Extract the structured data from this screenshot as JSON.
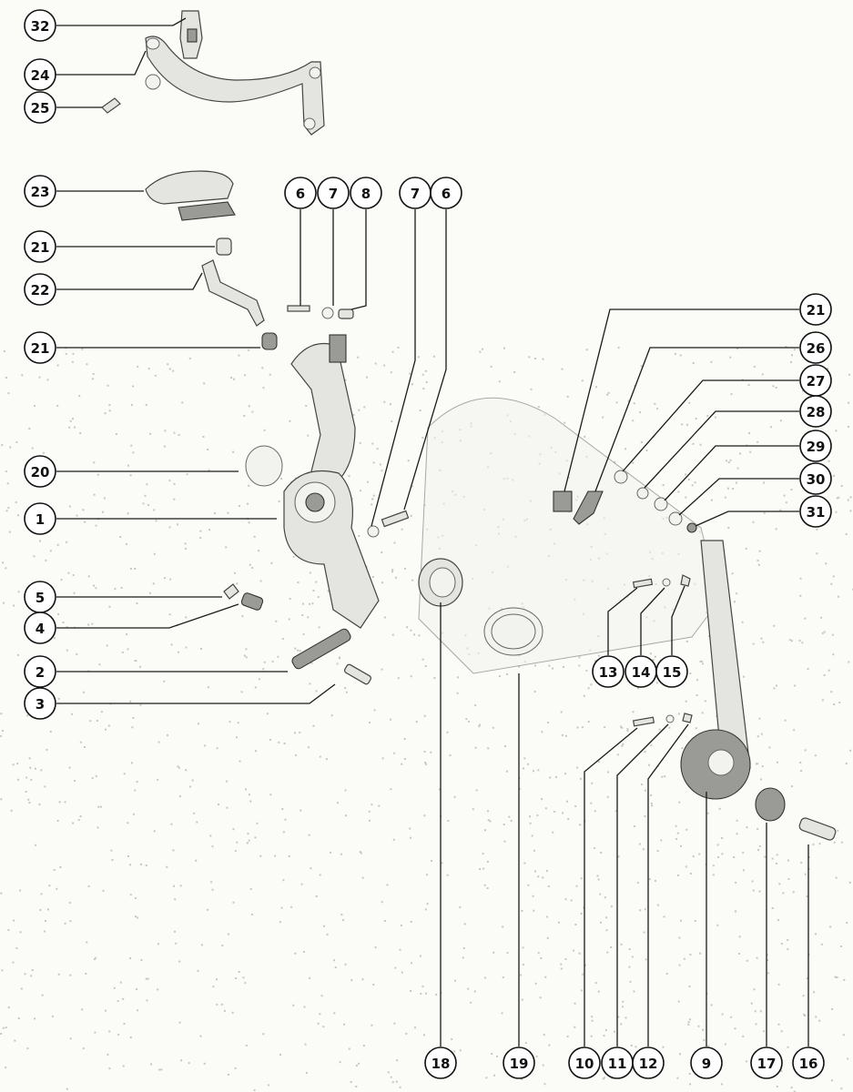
{
  "diagram": {
    "callouts": [
      {
        "id": "c32a",
        "label": "32"
      },
      {
        "id": "c24",
        "label": "24"
      },
      {
        "id": "c25",
        "label": "25"
      },
      {
        "id": "c23",
        "label": "23"
      },
      {
        "id": "c21a",
        "label": "21"
      },
      {
        "id": "c22",
        "label": "22"
      },
      {
        "id": "c21b",
        "label": "21"
      },
      {
        "id": "c20",
        "label": "20"
      },
      {
        "id": "c1",
        "label": "1"
      },
      {
        "id": "c5",
        "label": "5"
      },
      {
        "id": "c4",
        "label": "4"
      },
      {
        "id": "c2",
        "label": "2"
      },
      {
        "id": "c3",
        "label": "3"
      },
      {
        "id": "c6a",
        "label": "6"
      },
      {
        "id": "c7a",
        "label": "7"
      },
      {
        "id": "c8",
        "label": "8"
      },
      {
        "id": "c7b",
        "label": "7"
      },
      {
        "id": "c6b",
        "label": "6"
      },
      {
        "id": "c21c",
        "label": "21"
      },
      {
        "id": "c26",
        "label": "26"
      },
      {
        "id": "c27",
        "label": "27"
      },
      {
        "id": "c28",
        "label": "28"
      },
      {
        "id": "c29",
        "label": "29"
      },
      {
        "id": "c30",
        "label": "30"
      },
      {
        "id": "c31",
        "label": "31"
      },
      {
        "id": "c13",
        "label": "13"
      },
      {
        "id": "c14",
        "label": "14"
      },
      {
        "id": "c15",
        "label": "15"
      },
      {
        "id": "c18",
        "label": "18"
      },
      {
        "id": "c19",
        "label": "19"
      },
      {
        "id": "c10",
        "label": "10"
      },
      {
        "id": "c11",
        "label": "11"
      },
      {
        "id": "c12",
        "label": "12"
      },
      {
        "id": "c9",
        "label": "9"
      },
      {
        "id": "c17",
        "label": "17"
      },
      {
        "id": "c16",
        "label": "16"
      }
    ]
  }
}
